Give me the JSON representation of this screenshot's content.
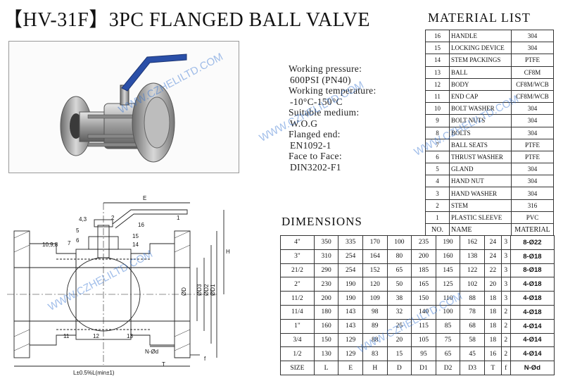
{
  "title": "【HV-31F】3PC FLANGED BALL VALVE",
  "specs": [
    {
      "label": "Working pressure:",
      "value": "600PSI (PN40)"
    },
    {
      "label": "Working temperature:",
      "value": "-10°C-150°C"
    },
    {
      "label": "Suitable medium:",
      "value": "W.O.G"
    },
    {
      "label": "Flanged end:",
      "value": "EN1092-1"
    },
    {
      "label": "Face to Face:",
      "value": "DIN3202-F1"
    }
  ],
  "material_list": {
    "title": "MATERIAL LIST",
    "rows": [
      [
        "16",
        "HANDLE",
        "304"
      ],
      [
        "15",
        "LOCKING DEVICE",
        "304"
      ],
      [
        "14",
        "STEM PACKINGS",
        "PTFE"
      ],
      [
        "13",
        "BALL",
        "CF8M"
      ],
      [
        "12",
        "BODY",
        "CF8M/WCB"
      ],
      [
        "11",
        "END CAP",
        "CF8M/WCB"
      ],
      [
        "10",
        "BOLT WASHER",
        "304"
      ],
      [
        "9",
        "BOLT NUTS",
        "304"
      ],
      [
        "8",
        "BOLTS",
        "304"
      ],
      [
        "7",
        "BALL SEATS",
        "PTFE"
      ],
      [
        "6",
        "THRUST WASHER",
        "PTFE"
      ],
      [
        "5",
        "GLAND",
        "304"
      ],
      [
        "4",
        "HAND NUT",
        "304"
      ],
      [
        "3",
        "HAND WASHER",
        "304"
      ],
      [
        "2",
        "STEM",
        "316"
      ],
      [
        "1",
        "PLASTIC SLEEVE",
        "PVC"
      ]
    ],
    "header": [
      "NO.",
      "NAME",
      "MATERIAL"
    ]
  },
  "dimensions": {
    "title": "DIMENSIONS",
    "rows": [
      [
        "4\"",
        "350",
        "335",
        "170",
        "100",
        "235",
        "190",
        "162",
        "24",
        "3",
        "8-Ø22"
      ],
      [
        "3\"",
        "310",
        "254",
        "164",
        "80",
        "200",
        "160",
        "138",
        "24",
        "3",
        "8-Ø18"
      ],
      [
        "21/2",
        "290",
        "254",
        "152",
        "65",
        "185",
        "145",
        "122",
        "22",
        "3",
        "8-Ø18"
      ],
      [
        "2\"",
        "230",
        "190",
        "120",
        "50",
        "165",
        "125",
        "102",
        "20",
        "3",
        "4-Ø18"
      ],
      [
        "11/2",
        "200",
        "190",
        "109",
        "38",
        "150",
        "110",
        "88",
        "18",
        "3",
        "4-Ø18"
      ],
      [
        "11/4",
        "180",
        "143",
        "98",
        "32",
        "140",
        "100",
        "78",
        "18",
        "2",
        "4-Ø18"
      ],
      [
        "1\"",
        "160",
        "143",
        "89",
        "25",
        "115",
        "85",
        "68",
        "18",
        "2",
        "4-Ø14"
      ],
      [
        "3/4",
        "150",
        "129",
        "88",
        "20",
        "105",
        "75",
        "58",
        "18",
        "2",
        "4-Ø14"
      ],
      [
        "1/2",
        "130",
        "129",
        "83",
        "15",
        "95",
        "65",
        "45",
        "16",
        "2",
        "4-Ø14"
      ]
    ],
    "header": [
      "SIZE",
      "L",
      "E",
      "H",
      "D",
      "D1",
      "D2",
      "D3",
      "T",
      "f",
      "N-Ød"
    ]
  },
  "drawing_labels": {
    "E": "E",
    "H": "H",
    "D": "ØD",
    "D3": "ØD3",
    "D2": "ØD2",
    "D1": "ØD1",
    "T": "T",
    "f": "f",
    "Nd": "N-Ød",
    "L": "L±0.5%L(min±1)",
    "p43": "4,3",
    "p2": "2",
    "p16": "16",
    "p1": "1",
    "p5": "5",
    "p6": "6",
    "p15": "15",
    "p14": "14",
    "p1098": "10,9,8",
    "p7": "7",
    "p11": "11",
    "p12": "12",
    "p13": "13"
  },
  "watermark": "WWW.CZHELILTD.COM",
  "colors": {
    "watermark": "#2e6fd0",
    "handle": "#2a4fa8",
    "line": "#222222"
  }
}
